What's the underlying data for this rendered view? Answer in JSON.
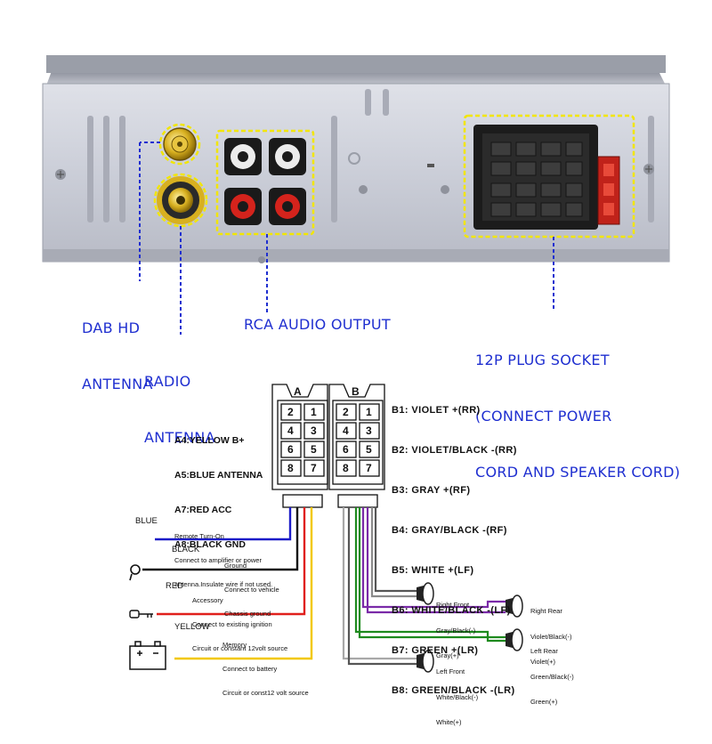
{
  "callouts": {
    "dab": [
      "DAB HD",
      "ANTENNA"
    ],
    "radio": [
      "RADIO",
      "ANTENNA"
    ],
    "rca": "RCA AUDIO OUTPUT",
    "plug": [
      "12P PLUG SOCKET",
      "(CONNECT POWER",
      "CORD AND SPEAKER CORD)"
    ]
  },
  "connector_a": {
    "letter": "A",
    "pins": [
      "2",
      "1",
      "4",
      "3",
      "6",
      "5",
      "8",
      "7"
    ],
    "legend": [
      "A4:YELLOW B+",
      "A5:BLUE ANTENNA",
      "A7:RED ACC",
      "A8:BLACK GND"
    ]
  },
  "connector_b": {
    "letter": "B",
    "pins": [
      "2",
      "1",
      "4",
      "3",
      "6",
      "5",
      "8",
      "7"
    ],
    "legend": [
      "B1: VIOLET +(RR)",
      "B2: VIOLET/BLACK -(RR)",
      "B3: GRAY +(RF)",
      "B4: GRAY/BLACK -(RF)",
      "B5: WHITE +(LF)",
      "B6: WHITE/BLACK -(LF)",
      "B7: GREEN +(LR)",
      "B8: GREEN/BLACK -(LR)"
    ]
  },
  "wires": [
    {
      "name": "BLUE",
      "color": "#1c1cc8",
      "desc": [
        "Remote Turn-On",
        "Connect to amplifier or power",
        "antenna.Insulate wire if not used."
      ]
    },
    {
      "name": "BLACK",
      "color": "#111111",
      "desc": [
        "Ground",
        "Connect to vehicle",
        "Chassis ground"
      ]
    },
    {
      "name": "RED",
      "color": "#e0201c",
      "desc": [
        "Accessory",
        "Connect to existing ignition",
        "Circuit or constant 12volt source"
      ]
    },
    {
      "name": "YELLOW",
      "color": "#f2c800",
      "desc": [
        "Memory",
        "Connect to battery",
        "Circuit or const12 volt source"
      ]
    }
  ],
  "speakers": {
    "right_front": [
      "Right Front",
      "Gray/Black(-)",
      "Gray(+)"
    ],
    "right_rear": [
      "Right Rear",
      "Violet/Black(-)",
      "Violet(+)"
    ],
    "left_rear": [
      "Left Rear",
      "Green/Black(-)",
      "Green(+)"
    ],
    "left_front": [
      "Left Front",
      "White/Black(-)",
      "White(+)"
    ]
  },
  "colors": {
    "callout_text": "#1f2fd0",
    "highlight_dash": "#f2e600",
    "panel": "#c9ccd6",
    "violet": "#7a2aa8",
    "green": "#1e8a1e",
    "gray": "#8a8a8a"
  }
}
